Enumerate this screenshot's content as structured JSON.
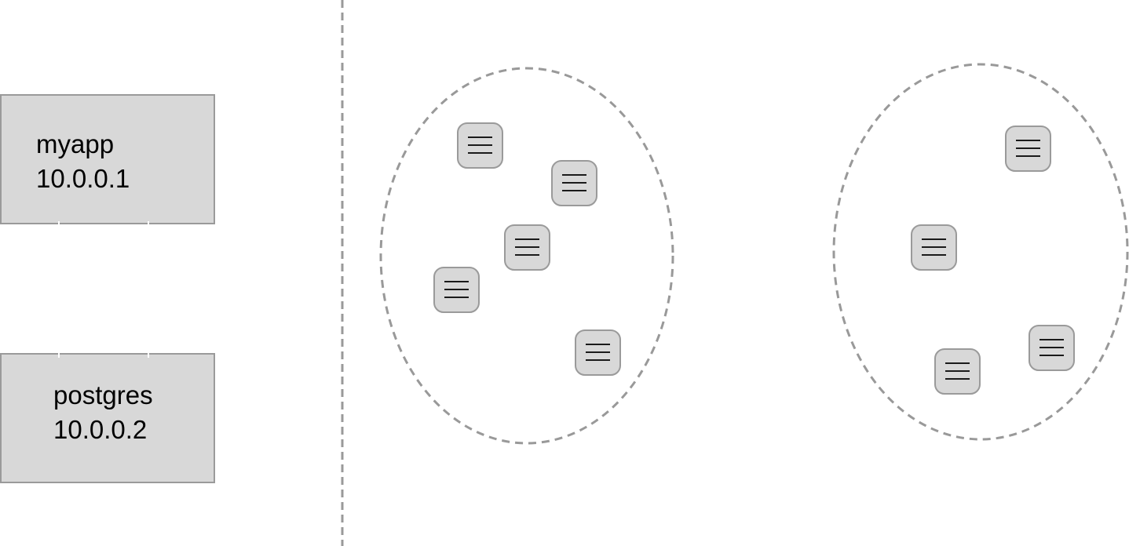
{
  "nodes": [
    {
      "name": "myapp",
      "ip": "10.0.0.1"
    },
    {
      "name": "postgres",
      "ip": "10.0.0.2"
    }
  ],
  "colors": {
    "box_fill": "#d8d8d8",
    "box_border": "#9a9a9a",
    "dash": "#999999",
    "glyph": "#1a1a1a",
    "background": "#ffffff"
  },
  "clusters": [
    {
      "id": "cluster-left",
      "container_icons": 5,
      "icon": "list-icon"
    },
    {
      "id": "cluster-right",
      "container_icons": 4,
      "icon": "list-icon"
    }
  ]
}
